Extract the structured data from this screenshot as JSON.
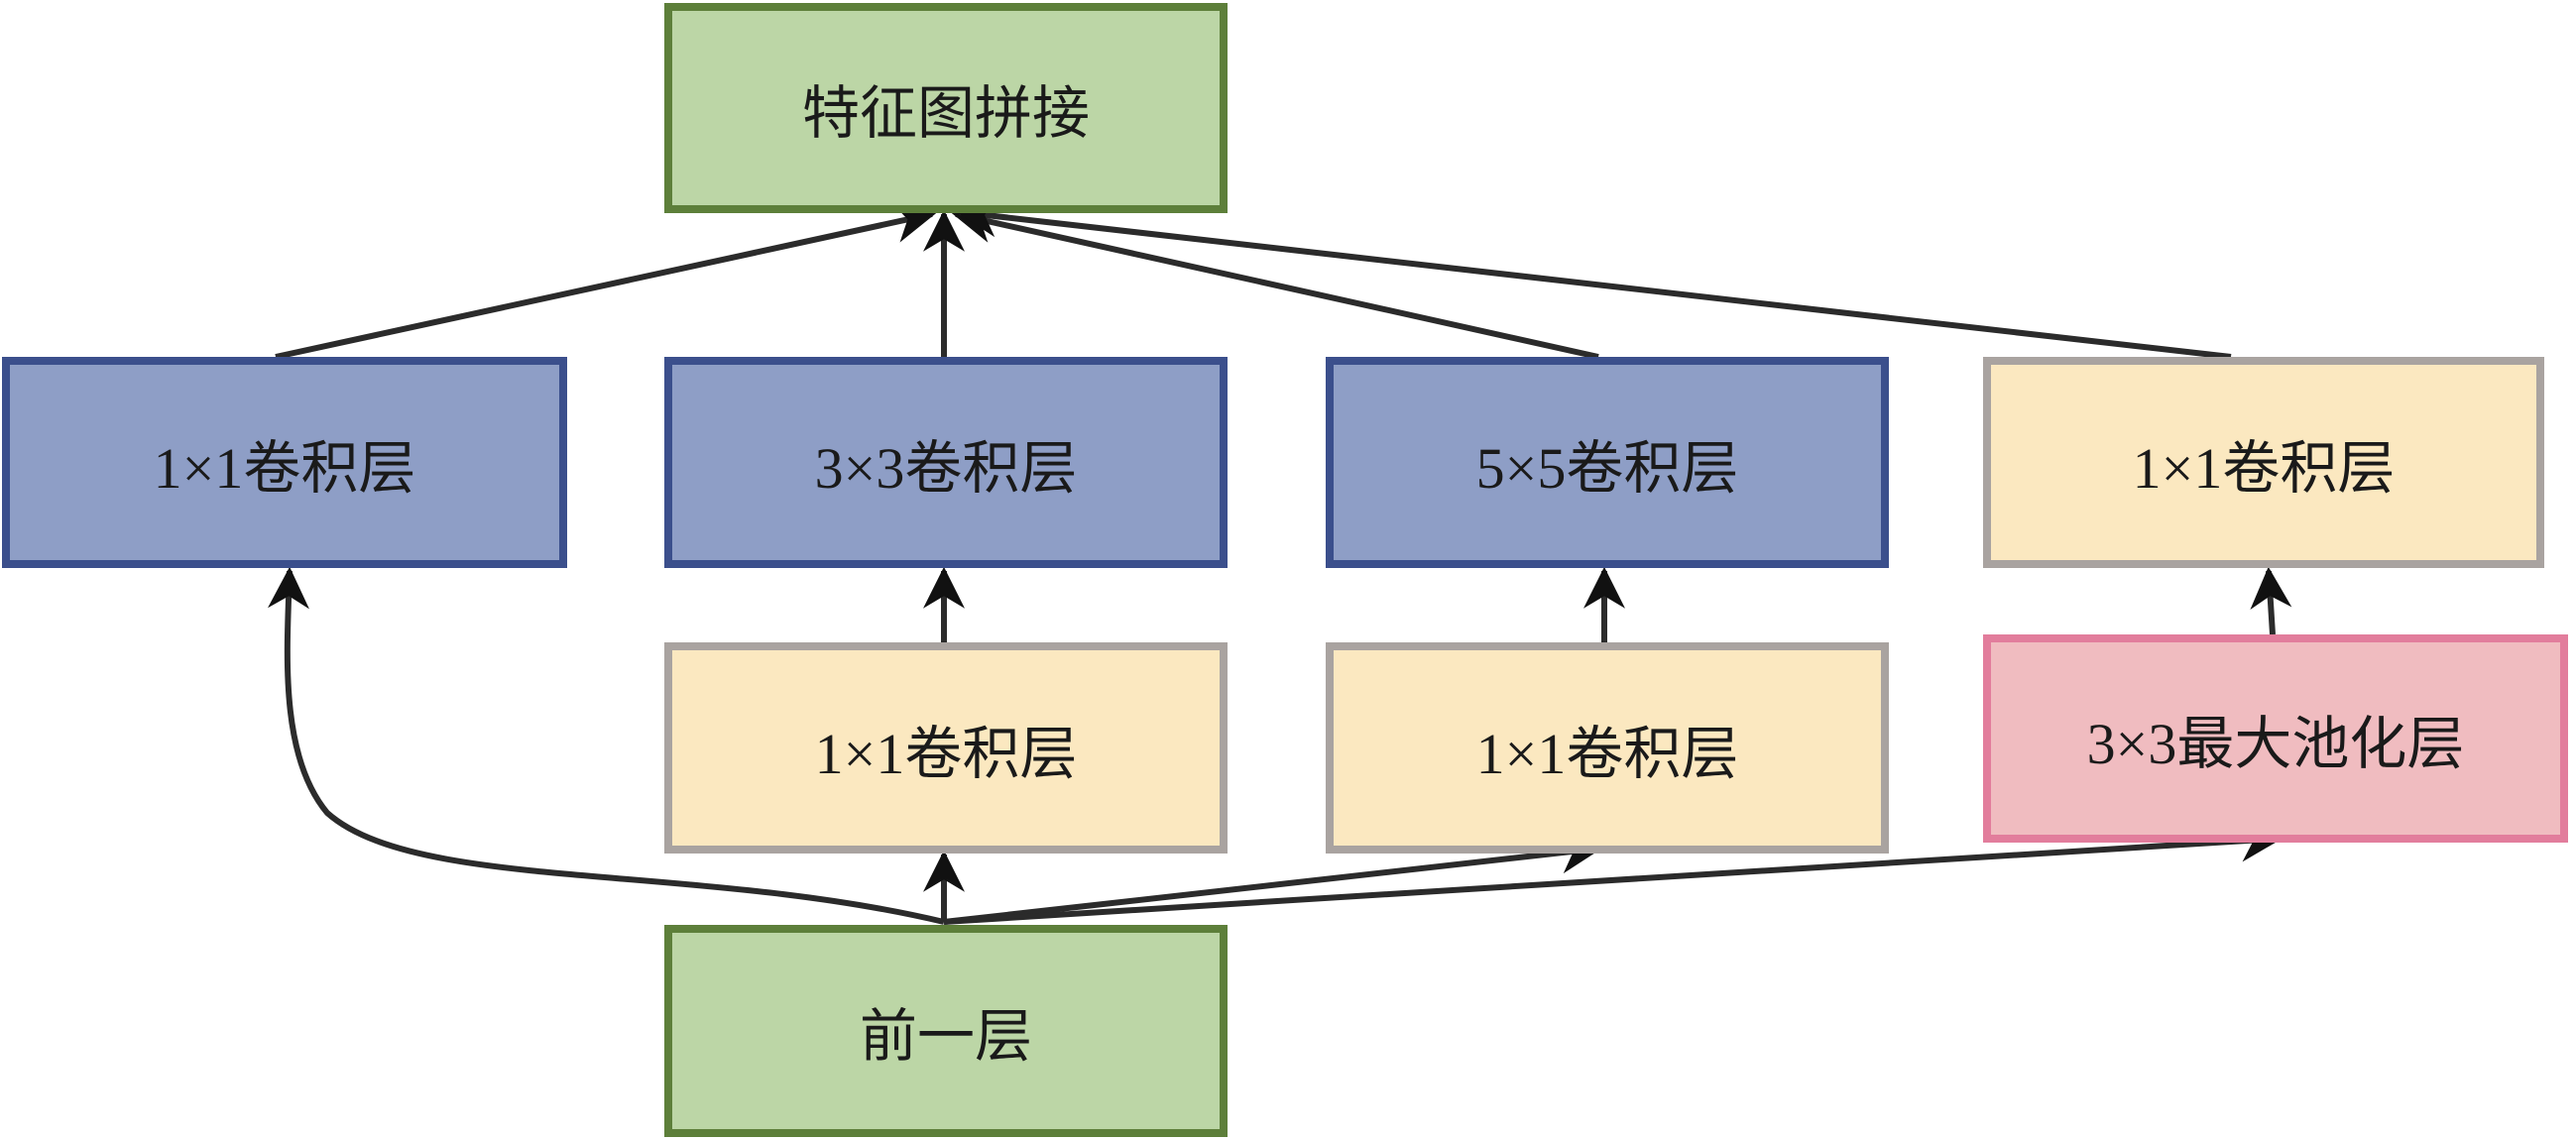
{
  "nodes": {
    "concat": "特征图拼接",
    "conv1x1_a": "1×1卷积层",
    "conv3x3": "3×3卷积层",
    "conv5x5": "5×5卷积层",
    "conv1x1_d": "1×1卷积层",
    "conv1x1_b": "1×1卷积层",
    "conv1x1_c": "1×1卷积层",
    "maxpool3x3": "3×3最大池化层",
    "previous": "前一层"
  },
  "colors": {
    "green": "#bcd6a6",
    "blue": "#8e9ec6",
    "yellow": "#fbe8c0",
    "pink": "#f0bcc0",
    "edge": "#2b2b2b"
  }
}
